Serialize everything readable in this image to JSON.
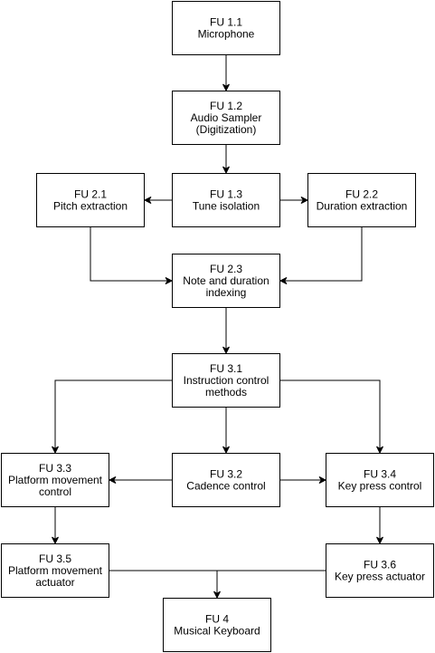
{
  "nodes": {
    "fu11": {
      "id": "FU 1.1",
      "label": "Microphone"
    },
    "fu12": {
      "id": "FU 1.2",
      "label": "Audio Sampler (Digitization)"
    },
    "fu13": {
      "id": "FU 1.3",
      "label": "Tune isolation"
    },
    "fu21": {
      "id": "FU 2.1",
      "label": "Pitch extraction"
    },
    "fu22": {
      "id": "FU 2.2",
      "label": "Duration extraction"
    },
    "fu23": {
      "id": "FU 2.3",
      "label": "Note and duration indexing"
    },
    "fu31": {
      "id": "FU 3.1",
      "label": "Instruction control methods"
    },
    "fu32": {
      "id": "FU 3.2",
      "label": "Cadence control"
    },
    "fu33": {
      "id": "FU 3.3",
      "label": "Platform movement control"
    },
    "fu34": {
      "id": "FU 3.4",
      "label": "Key press control"
    },
    "fu35": {
      "id": "FU 3.5",
      "label": "Platform movement actuator"
    },
    "fu36": {
      "id": "FU 3.6",
      "label": "Key press actuator"
    },
    "fu4": {
      "id": "FU 4",
      "label": "Musical Keyboard"
    }
  },
  "edges": [
    {
      "from": "fu11",
      "to": "fu12"
    },
    {
      "from": "fu12",
      "to": "fu13"
    },
    {
      "from": "fu13",
      "to": "fu21"
    },
    {
      "from": "fu13",
      "to": "fu22"
    },
    {
      "from": "fu21",
      "to": "fu23"
    },
    {
      "from": "fu22",
      "to": "fu23"
    },
    {
      "from": "fu23",
      "to": "fu31"
    },
    {
      "from": "fu31",
      "to": "fu33"
    },
    {
      "from": "fu31",
      "to": "fu32"
    },
    {
      "from": "fu31",
      "to": "fu34"
    },
    {
      "from": "fu32",
      "to": "fu33"
    },
    {
      "from": "fu32",
      "to": "fu34"
    },
    {
      "from": "fu33",
      "to": "fu35"
    },
    {
      "from": "fu34",
      "to": "fu36"
    },
    {
      "from": "fu35",
      "to": "fu4"
    },
    {
      "from": "fu36",
      "to": "fu4"
    }
  ]
}
